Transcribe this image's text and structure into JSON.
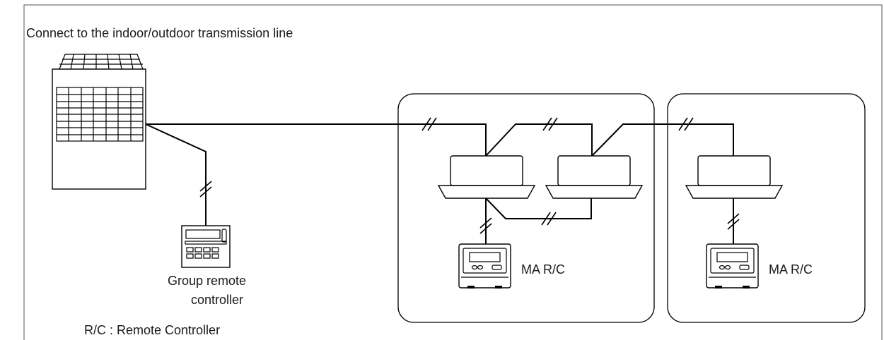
{
  "header": {
    "caption": "Connect to the indoor/outdoor transmission line"
  },
  "outdoor_unit": {
    "icon": "outdoor-unit-icon"
  },
  "group_controller": {
    "label_line1": "Group remote",
    "label_line2": "controller",
    "icon": "group-remote-controller-icon"
  },
  "room_a": {
    "controller_label": "MA R/C",
    "icon": "ma-remote-controller-icon"
  },
  "room_b": {
    "controller_label": "MA R/C",
    "icon": "ma-remote-controller-icon"
  },
  "footer": {
    "legend": "R/C : Remote Controller"
  },
  "colors": {
    "line": "#000000",
    "text": "#1a1a1a",
    "frame": "#555555",
    "background": "#ffffff"
  }
}
